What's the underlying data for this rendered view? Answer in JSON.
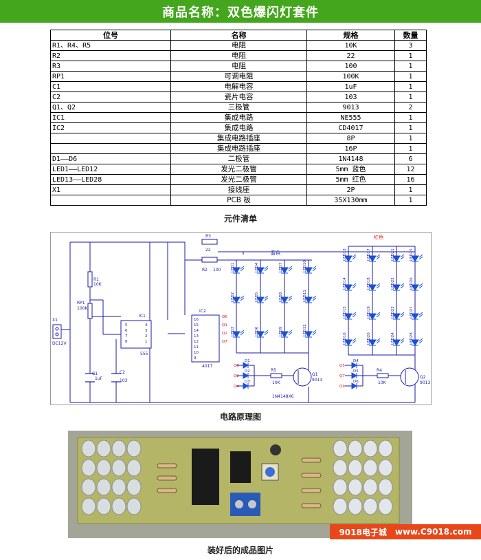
{
  "header": {
    "title": "商品名称：双色爆闪灯套件"
  },
  "bom": {
    "headers": [
      "位号",
      "名称",
      "规格",
      "数量"
    ],
    "rows": [
      [
        "R1、R4、R5",
        "电阻",
        "10K",
        "3"
      ],
      [
        "R2",
        "电阻",
        "22",
        "1"
      ],
      [
        "R3",
        "电阻",
        "100",
        "1"
      ],
      [
        "RP1",
        "可调电阻",
        "100K",
        "1"
      ],
      [
        "C1",
        "电解电容",
        "1uF",
        "1"
      ],
      [
        "C2",
        "瓷片电容",
        "103",
        "1"
      ],
      [
        "Q1、Q2",
        "三极管",
        "9013",
        "2"
      ],
      [
        "IC1",
        "集成电路",
        "NE555",
        "1"
      ],
      [
        "IC2",
        "集成电路",
        "CD4017",
        "1"
      ],
      [
        "",
        "集成电路插座",
        "8P",
        "1"
      ],
      [
        "",
        "集成电路插座",
        "16P",
        "1"
      ],
      [
        "D1——D6",
        "二极管",
        "1N4148",
        "6"
      ],
      [
        "LED1——LED12",
        "发光二极管",
        "5mm 蓝色",
        "12"
      ],
      [
        "LED13——LED28",
        "发光二极管",
        "5mm 红色",
        "16"
      ],
      [
        "X1",
        "接线座",
        "2P",
        "1"
      ],
      [
        "",
        "PCB 板",
        "35X130mm",
        "1"
      ]
    ]
  },
  "captions": {
    "bom": "元件清单",
    "schematic": "电路原理图",
    "photo": "装好后的成品图片"
  },
  "schematic": {
    "blue_label": "蓝色",
    "red_label": "红色",
    "r3": "R3",
    "r3_value": "22",
    "r2": "R2",
    "r2_value": "100",
    "r1": "R1",
    "r1_value": "10K",
    "rp1": "RP1",
    "rp1_value": "100K",
    "x1": "X1",
    "x1_value": "DC12V",
    "c1": "C1",
    "c1_value": "1uF",
    "c2": "C2",
    "c2_value": "103",
    "ic1": "IC1",
    "ic1_sub": "555",
    "ic2": "IC2",
    "ic2_sub": "4017",
    "r5": "R5",
    "r5_value": "10K",
    "r4": "R4",
    "r4_value": "10K",
    "q1": "Q1",
    "q1_value": "9013",
    "q2": "Q2",
    "q2_value": "9013",
    "diode_note": "1N4148X6",
    "ic1_pins_left": [
      "5",
      "6",
      "7",
      "8"
    ],
    "ic1_pins_right": [
      "4",
      "3",
      "2",
      "1"
    ],
    "ic2_pins_left": [
      "16",
      "15",
      "14",
      "13",
      "12",
      "11",
      "10",
      "9"
    ],
    "ic2_pins_right": [
      "Q6",
      "Q1",
      "Q2",
      "Q7"
    ],
    "blue_leds": [
      "LED1",
      "LED4",
      "LED7",
      "LED10",
      "LED2",
      "LED5",
      "LED8",
      "LED11",
      "LED3",
      "LED6",
      "LED9",
      "LED12"
    ],
    "red_leds": [
      "LED13",
      "LED17",
      "LED21",
      "LED25",
      "LED14",
      "LED18",
      "LED22",
      "LED26",
      "LED15",
      "LED19",
      "LED23",
      "LED27",
      "LED16",
      "LED20",
      "LED24",
      "LED28"
    ],
    "left_diodes": [
      "D1",
      "D2",
      "D3"
    ],
    "left_diode_q": [
      "Q0",
      "Q2",
      "Q4"
    ],
    "right_diodes": [
      "D4",
      "D5",
      "D6"
    ],
    "right_diode_q": [
      "Q5",
      "Q7",
      "Q9"
    ]
  },
  "watermark": {
    "shop": "9018电子城",
    "url": "www.C9018.com"
  },
  "colors": {
    "banner": "#44a61c",
    "wire": "#1a1aa8",
    "led_blue": "#1a4fd8",
    "led_red_label": "#d01c1c",
    "watermark": "#e8471a"
  }
}
